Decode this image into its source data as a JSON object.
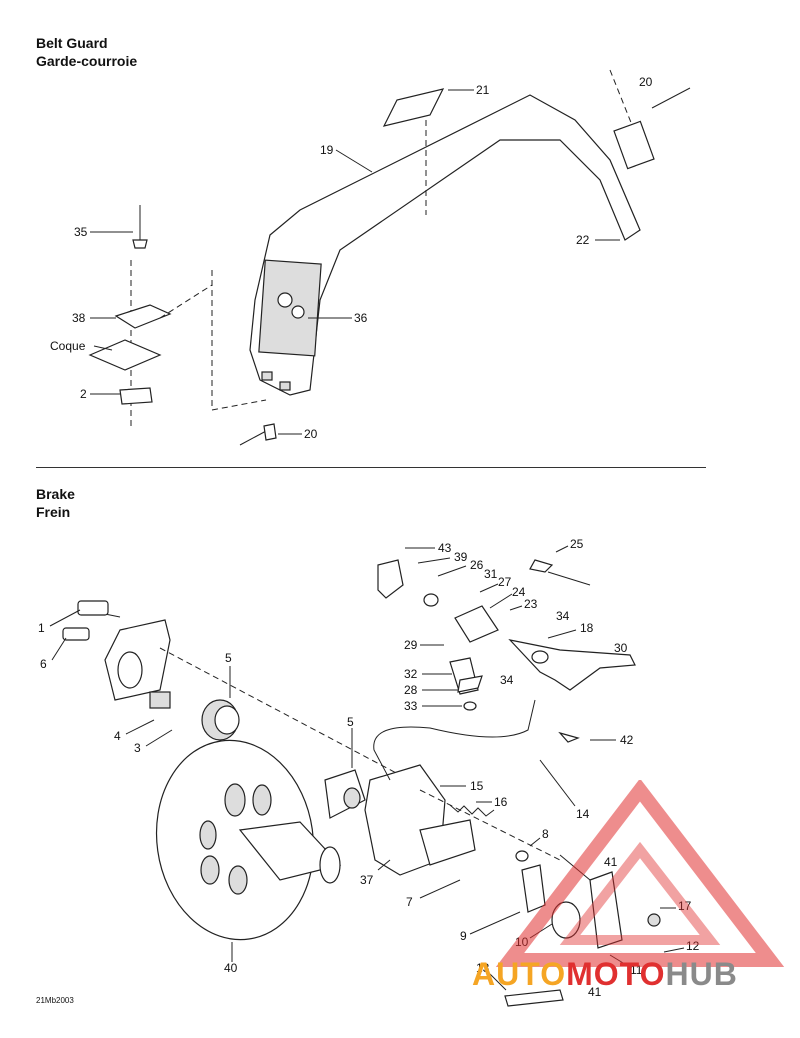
{
  "belt_guard": {
    "title_en": "Belt Guard",
    "title_fr": "Garde-courroie",
    "callouts": [
      "21",
      "19",
      "20",
      "35",
      "22",
      "38",
      "36",
      "Coque",
      "2",
      "20"
    ]
  },
  "brake": {
    "title_en": "Brake",
    "title_fr": "Frein",
    "callouts": [
      "43",
      "39",
      "26",
      "31",
      "27",
      "24",
      "25",
      "23",
      "34",
      "18",
      "29",
      "30",
      "32",
      "34",
      "28",
      "33",
      "42",
      "1",
      "6",
      "5",
      "4",
      "3",
      "5",
      "15",
      "16",
      "14",
      "8",
      "41",
      "37",
      "7",
      "17",
      "9",
      "10",
      "12",
      "40",
      "13",
      "11",
      "41"
    ]
  },
  "footer_code": "21Mb2003",
  "watermark": {
    "text_a": "AUTO",
    "text_b": "MOTO",
    "text_c": "HUB",
    "color_red": "#e03030",
    "color_orange": "#f5a524",
    "color_gray": "#8a8a8a"
  }
}
